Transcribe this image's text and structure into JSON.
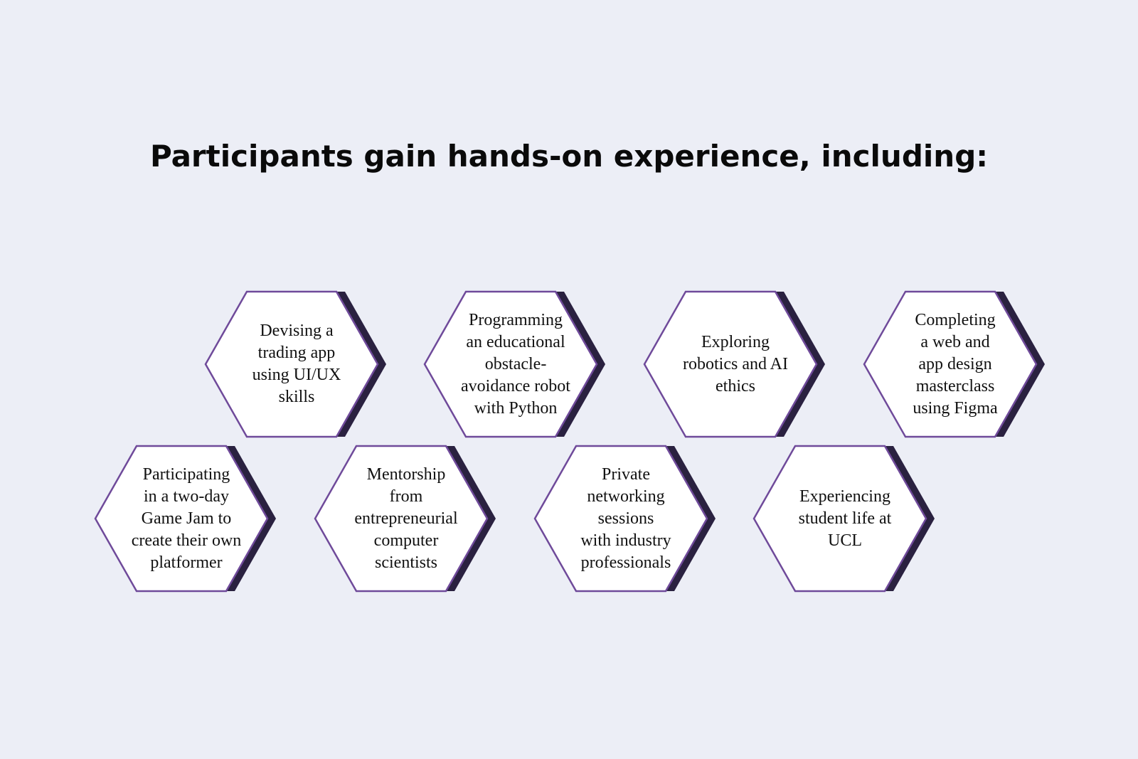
{
  "title": "Participants gain hands-on experience, including:",
  "colors": {
    "background": "#eceef6",
    "hex_fill": "#ffffff",
    "hex_border": "#6f4a9a",
    "hex_shadow": "#2a2140"
  },
  "items": [
    {
      "lines": [
        "Devising a",
        "trading app",
        "using UI/UX",
        "skills"
      ]
    },
    {
      "lines": [
        "Programming",
        "an educational",
        "obstacle-",
        "avoidance robot",
        "with Python"
      ]
    },
    {
      "lines": [
        "Exploring",
        "robotics and AI",
        "ethics"
      ]
    },
    {
      "lines": [
        "Completing",
        "a web and",
        "app design",
        "masterclass",
        "using Figma"
      ]
    },
    {
      "lines": [
        "Participating",
        "in a two-day",
        "Game Jam to",
        "create their own",
        "platformer"
      ]
    },
    {
      "lines": [
        "Mentorship",
        "from",
        "entrepreneurial",
        "computer",
        "scientists"
      ]
    },
    {
      "lines": [
        "Private",
        "networking",
        "sessions",
        "with industry",
        "professionals"
      ]
    },
    {
      "lines": [
        "Experiencing",
        "student life at",
        "UCL"
      ]
    }
  ]
}
